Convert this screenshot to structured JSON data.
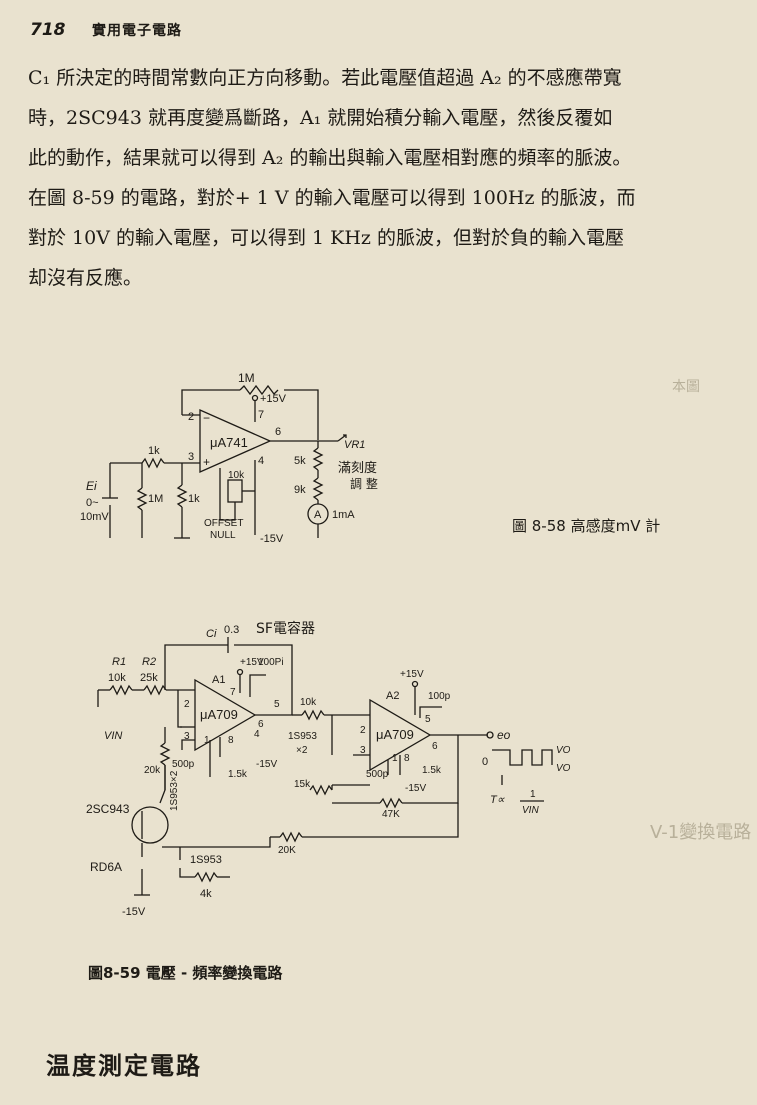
{
  "header": {
    "page_number": "718",
    "running_title": "實用電子電路"
  },
  "paragraph": {
    "lines": [
      "C₁ 所決定的時間常數向正方向移動。若此電壓值超過 A₂ 的不感應帶寬",
      "時，2SC943 就再度變爲斷路，A₁ 就開始積分輸入電壓，然後反覆如",
      "此的動作，結果就可以得到 A₂ 的輸出與輸入電壓相對應的頻率的脈波。",
      "在圖 8-59 的電路，對於+ 1 V 的輸入電壓可以得到 100Hz 的脈波，而",
      "對於 10V 的輸入電壓，可以得到 1 KHz 的脈波，但對於負的輸入電壓",
      "却沒有反應。"
    ]
  },
  "figure_58": {
    "caption": "圖 8-58   高感度mV 計",
    "labels": {
      "r_feedback": "1M",
      "r_input": "1k",
      "r_ground": "1k",
      "r_source": "1M",
      "pin2": "2",
      "pin3": "3",
      "pin4": "4",
      "pin6": "6",
      "pin7": "7",
      "pin_plus": "+",
      "pin_minus": "−",
      "opamp": "μA741",
      "v_pos": "+15V",
      "v_neg": "-15V",
      "trim": "10k",
      "offset": "OFFSET",
      "null": "NULL",
      "source": "Ei",
      "source_range": "0~",
      "source_max": "10mV",
      "vr": "VR1",
      "vr_value": "5k",
      "r_meter": "9k",
      "meter": "A",
      "meter_range": "1mA",
      "full_scale": "滿刻度",
      "adjust": "調  整"
    }
  },
  "figure_59": {
    "caption": "圖8-59  電壓 - 頻率變換電路",
    "labels": {
      "cap_ci": "Ci",
      "cap_value": "0.3",
      "sf_cap": "SF電容器",
      "r1": "R1",
      "r1_value": "10k",
      "r2": "R2",
      "r2_value": "25k",
      "vin": "VIN",
      "diodes_in": "1S953×2",
      "a1": "A1",
      "a1_type": "μA709",
      "a1_pin2": "2",
      "a1_pin3": "3",
      "a1_pin7": "7",
      "a1_pin4": "4",
      "a1_pin6": "6",
      "a1_pin1": "1",
      "a1_pin5": "5",
      "a1_pin8": "8",
      "a1_vpos": "+15V",
      "a1_vneg": "-15V",
      "a1_comp": "100Pi",
      "a1_r20k": "20k",
      "a1_c500": "500p",
      "a1_r15k": "1.5k",
      "r10k_mid": "10k",
      "diodes_mid": "1S953",
      "diodes_mid_count": "×2",
      "a2": "A2",
      "a2_type": "μA709",
      "a2_pin2": "2",
      "a2_pin3": "3",
      "a2_pin5": "5",
      "a2_pin6": "6",
      "a2_pin1": "1",
      "a2_pin8": "8",
      "a2_vpos": "+15V",
      "a2_vneg": "-15V",
      "a2_comp": "100p",
      "a2_c500": "500p",
      "a2_r15k": "1.5k",
      "r15k_fb": "15k",
      "r47k": "47K",
      "r20k_fb": "20K",
      "transistor": "2SC943",
      "zener": "RD6A",
      "diode_low": "1S953",
      "r4k": "4k",
      "vneg_bottom": "-15V",
      "output": "eo",
      "voh": "VOH",
      "vol": "VOL",
      "zero": "0",
      "t_label": "T∝",
      "t_num": "1",
      "t_den": "VIN"
    }
  },
  "section": {
    "heading": "温度測定電路"
  },
  "bleedthrough": {
    "title_fragment": "V-1變換電路",
    "marker": "本圖"
  }
}
